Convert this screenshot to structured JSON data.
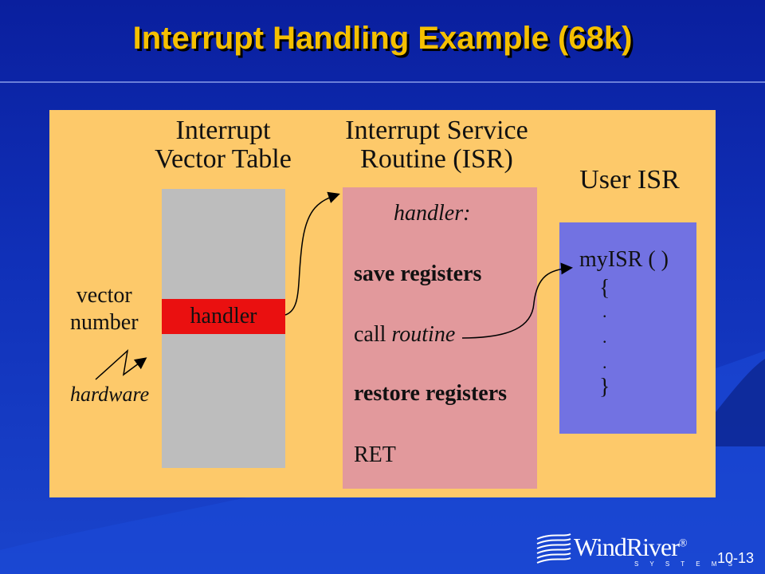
{
  "slide": {
    "title": "Interrupt Handling Example (68k)",
    "page_number": "10-13"
  },
  "headers": {
    "ivt_line1": "Interrupt",
    "ivt_line2": "Vector Table",
    "isr_line1": "Interrupt Service",
    "isr_line2": "Routine (ISR)",
    "user_isr": "User ISR"
  },
  "left": {
    "vector_line1": "vector",
    "vector_line2": "number",
    "hardware": "hardware"
  },
  "ivt": {
    "handler_cell": "handler"
  },
  "isr": {
    "handler_label": "handler:",
    "save": "save registers",
    "call": "call",
    "routine": "routine",
    "restore": "restore registers",
    "ret": "RET"
  },
  "user": {
    "func": "myISR ( )",
    "open_brace": "{",
    "dot1": ".",
    "dot2": ".",
    "dot3": ".",
    "close_brace": "}"
  },
  "logo": {
    "name": "WindRiver",
    "reg_mark": "®",
    "sub": "S Y S T E M S"
  },
  "colors": {
    "background": "#1030b8",
    "title": "#f5c000",
    "panel": "#fdc96a",
    "ivt_column": "#bdbdbd",
    "handler_cell": "#ea1010",
    "isr_box": "#e2999c",
    "user_box": "#7272e2"
  }
}
